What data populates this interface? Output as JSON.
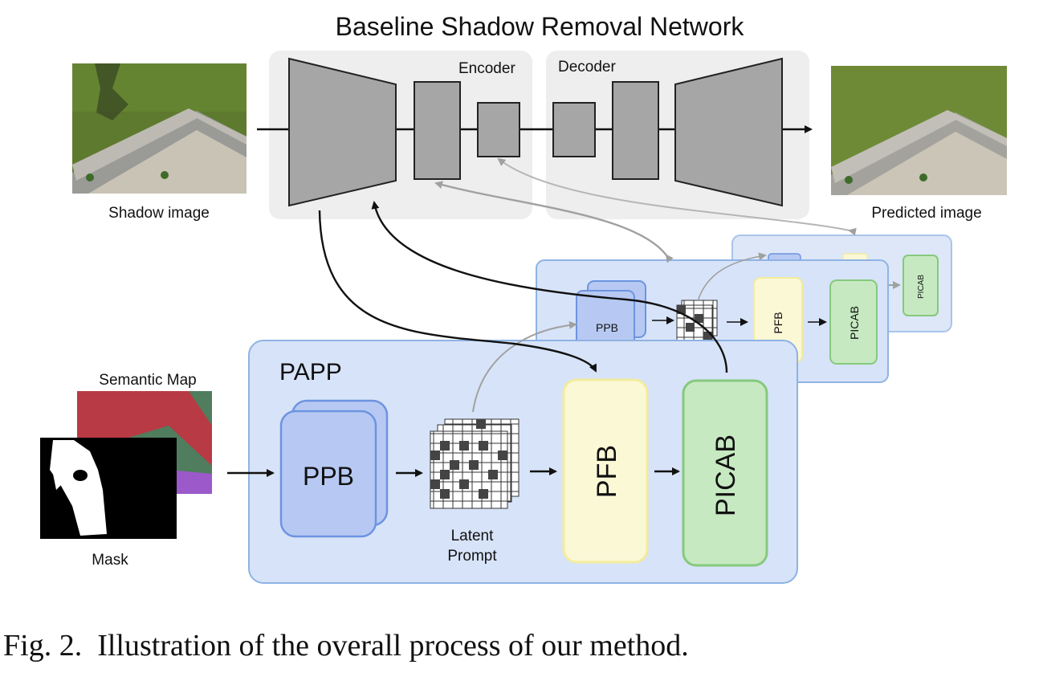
{
  "title": "Baseline Shadow Removal Network",
  "labels": {
    "encoder": "Encoder",
    "decoder": "Decoder",
    "shadow_image": "Shadow image",
    "predicted_image": "Predicted image",
    "semantic_map": "Semantic Map",
    "mask": "Mask",
    "papp": "PAPP",
    "ppb": "PPB",
    "latent_prompt_line1": "Latent",
    "latent_prompt_line2": "Prompt",
    "pfb": "PFB",
    "picab": "PICAB"
  },
  "caption": {
    "figure_number": "Fig. 2.",
    "text": "Illustration of the overall process of our method."
  },
  "colors": {
    "network_panel": "#eeeeee",
    "block_gray": "#a6a6a6",
    "papp_panel": "#d7e3f8",
    "papp_border": "#8fb3e3",
    "ppb_fill": "#b7c9f3",
    "ppb_border": "#6d94e0",
    "pfb_fill": "#fbf8d6",
    "pfb_border": "#f3ec9c",
    "picab_fill": "#c6e9c2",
    "picab_border": "#86c97c",
    "semantic_red": "#b83a44",
    "semantic_green": "#4f7d5e",
    "semantic_purple": "#9b59c9"
  }
}
